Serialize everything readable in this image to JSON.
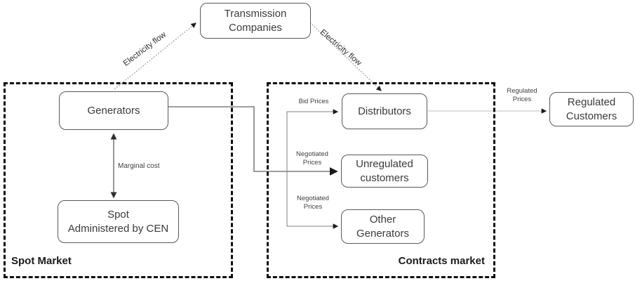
{
  "diagram": {
    "nodes": {
      "transmission": {
        "label": "Transmission\nCompanies"
      },
      "generators": {
        "label": "Generators"
      },
      "spot": {
        "label": "Spot\nAdministered by CEN"
      },
      "distributors": {
        "label": "Distributors"
      },
      "unregulated": {
        "label": "Unregulated\ncustomers"
      },
      "other_generators": {
        "label": "Other\nGenerators"
      },
      "regulated": {
        "label": "Regulated\nCustomers"
      }
    },
    "containers": {
      "spot_market": {
        "label": "Spot Market"
      },
      "contracts_market": {
        "label": "Contracts market"
      }
    },
    "edge_labels": {
      "electricity_flow_left": "Electricity flow",
      "electricity_flow_right": "Electricity flow",
      "marginal_cost": "Marginal cost",
      "bid_prices": "Bid Prices",
      "negotiated_prices_top": "Negotiated\nPrices",
      "negotiated_prices_bottom": "Negotiated\nPrices",
      "regulated_prices": "Regulated\nPrices"
    },
    "colors": {
      "box_border": "#595959",
      "box_text": "#3a3a3a",
      "container_border": "#0d0d0d",
      "connector": "#7f7f7f",
      "connector_light": "#c4c4c4",
      "arrowhead": "#1a1a1a",
      "background": "#ffffff"
    }
  }
}
